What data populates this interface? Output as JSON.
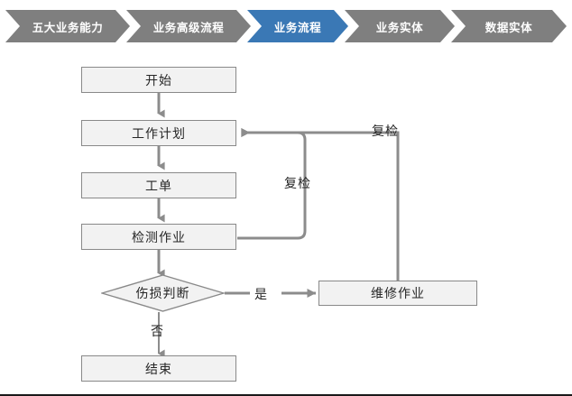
{
  "breadcrumb": {
    "active_index": 2,
    "colors": {
      "inactive": "#7f7f7f",
      "active": "#3a78b5",
      "text": "#ffffff"
    },
    "items": [
      {
        "label": "五大业务能力",
        "state": "inactive"
      },
      {
        "label": "业务高级流程",
        "state": "inactive"
      },
      {
        "label": "业务流程",
        "state": "active"
      },
      {
        "label": "业务实体",
        "state": "inactive"
      },
      {
        "label": "数据实体",
        "state": "inactive"
      }
    ]
  },
  "diagram": {
    "type": "flowchart",
    "colors": {
      "node_fill": "#f2f2f2",
      "node_border": "#898989",
      "connector": "#8c8c8c",
      "text": "#262626"
    },
    "nodes": [
      {
        "id": "start",
        "label": "开始",
        "shape": "rect"
      },
      {
        "id": "workplan",
        "label": "工作计划",
        "shape": "rect"
      },
      {
        "id": "workorder",
        "label": "工单",
        "shape": "rect"
      },
      {
        "id": "inspection",
        "label": "检测作业",
        "shape": "rect"
      },
      {
        "id": "decision",
        "label": "伤损判断",
        "shape": "diamond"
      },
      {
        "id": "repair",
        "label": "维修作业",
        "shape": "rect"
      },
      {
        "id": "end",
        "label": "结束",
        "shape": "rect"
      }
    ],
    "edge_labels": [
      {
        "id": "yes",
        "label": "是"
      },
      {
        "id": "no",
        "label": "否"
      },
      {
        "id": "recheck-1",
        "label": "复检"
      },
      {
        "id": "recheck-2",
        "label": "复检"
      }
    ],
    "edges": [
      {
        "from": "start",
        "to": "workplan",
        "label": ""
      },
      {
        "from": "workplan",
        "to": "workorder",
        "label": ""
      },
      {
        "from": "workorder",
        "to": "inspection",
        "label": ""
      },
      {
        "from": "inspection",
        "to": "decision",
        "label": ""
      },
      {
        "from": "decision",
        "to": "repair",
        "label": "是"
      },
      {
        "from": "decision",
        "to": "end",
        "label": "否"
      },
      {
        "from": "inspection",
        "to": "workplan",
        "label": "复检"
      },
      {
        "from": "repair",
        "to": "workplan",
        "label": "复检"
      }
    ]
  }
}
